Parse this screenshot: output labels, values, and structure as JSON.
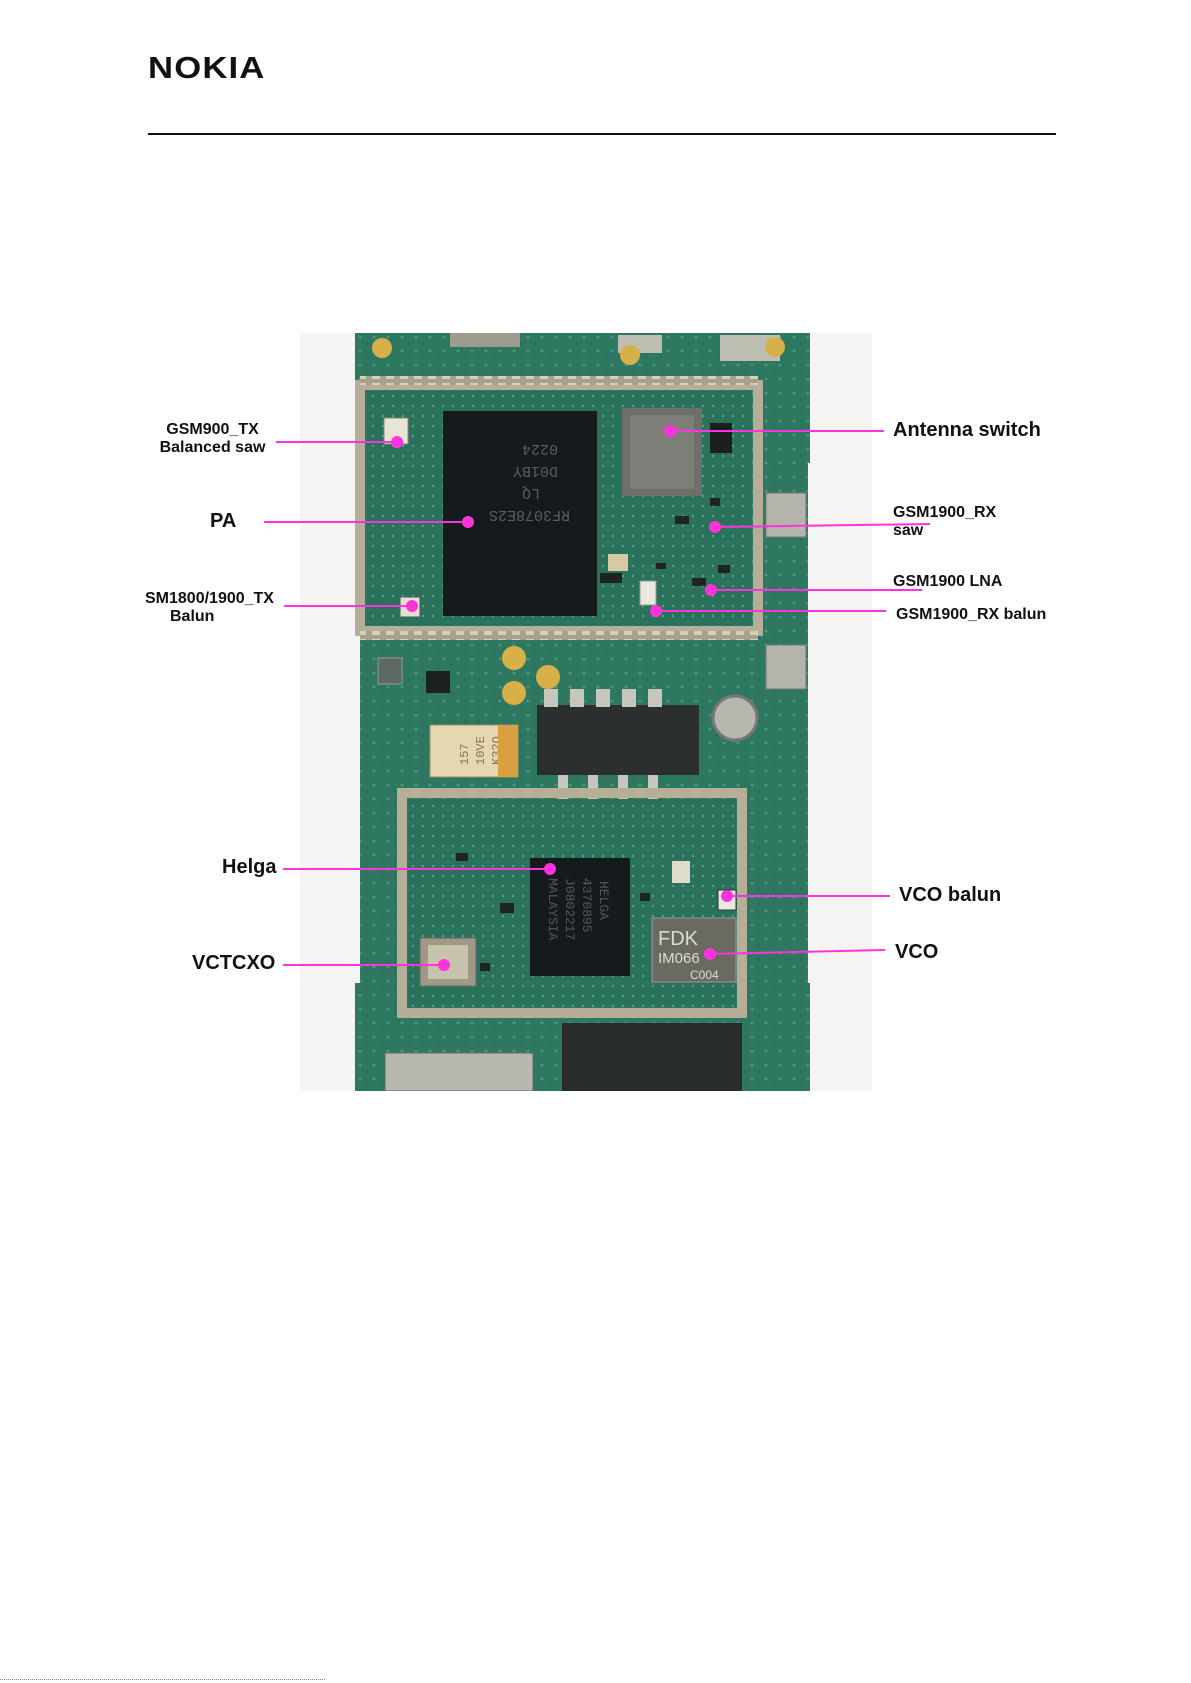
{
  "header": {
    "logo_text": "NOKIA"
  },
  "figure": {
    "labels": {
      "gsm900_tx_l1": "GSM900_TX",
      "gsm900_tx_l2": "Balanced saw",
      "pa": "PA",
      "sm1800_tx_l1": "SM1800/1900_TX",
      "sm1800_tx_l2": "Balun",
      "helga": "Helga",
      "vctcxo": "VCTCXO",
      "antenna_switch": "Antenna switch",
      "gsm1900_rx_saw_l1": "GSM1900_RX",
      "gsm1900_rx_saw_l2": "saw",
      "gsm1900_lna": "GSM1900 LNA",
      "gsm1900_rx_balun": "GSM1900_RX balun",
      "vco_balun": "VCO balun",
      "vco": "VCO"
    },
    "chip_markings": {
      "pa_chip": [
        "0224",
        "D01BY",
        "LQ",
        "RF3078E2S"
      ],
      "helga_chip": [
        "HELGA",
        "4370895",
        "J0802217",
        "MALAYSIA"
      ],
      "vco_can": [
        "FDK",
        "IM066",
        "C004"
      ],
      "tantalum_cap": [
        "157",
        "10VE",
        "K32Q"
      ]
    },
    "colors": {
      "pcb": "#2f7a62",
      "shield_frame": "#b6ae96",
      "pointer": "#ff33dd",
      "gold_pad": "#d8b048"
    }
  }
}
